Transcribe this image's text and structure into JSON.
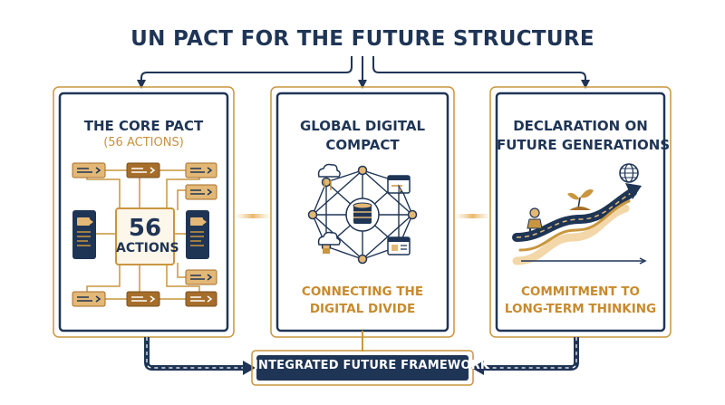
{
  "title": "UN PACT FOR THE FUTURE STRUCTURE",
  "panels": {
    "core": {
      "title": "THE CORE PACT",
      "subtitle": "(56 ACTIONS)",
      "center_value": "56",
      "center_label": "ACTIONS"
    },
    "digital": {
      "title_line1": "GLOBAL DIGITAL",
      "title_line2": "COMPACT",
      "footer_line1": "CONNECTING THE",
      "footer_line2": "DIGITAL DIVIDE"
    },
    "future": {
      "title_line1": "DECLARATION ON",
      "title_line2": "FUTURE GENERATIONS",
      "footer_line1": "COMMITMENT TO",
      "footer_line2": "LONG-TERM THINKING"
    }
  },
  "framework_label": "INTEGRATED FUTURE FRAMEWORK",
  "colors": {
    "navy": "#1f3556",
    "gold": "#c9963f",
    "light_gold": "#e3b877",
    "dark_gold": "#a66e2a",
    "cream": "#f3d7a8"
  },
  "icons": [
    "database-icon",
    "cloud-icon",
    "browser-icon",
    "globe-icon",
    "plant-icon",
    "child-icon",
    "growth-arrow-icon",
    "device-icon",
    "action-card-icon"
  ]
}
